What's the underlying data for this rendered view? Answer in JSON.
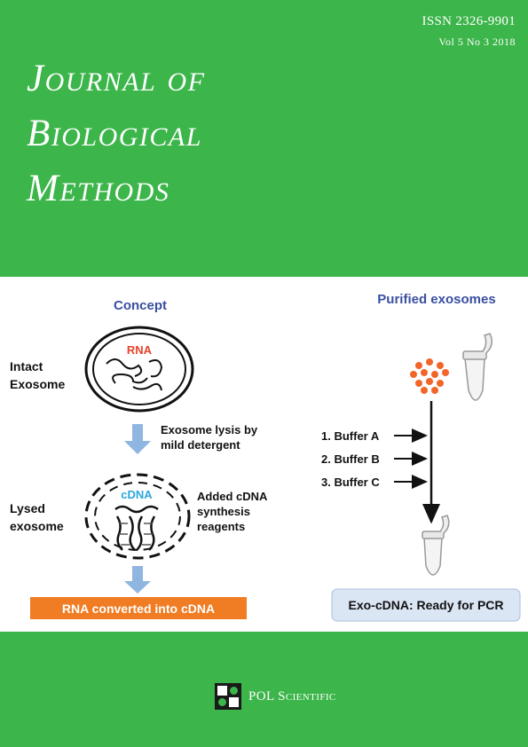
{
  "header": {
    "issn": "ISSN 2326-9901",
    "volume": "Vol 5  No 3  2018",
    "title_lines": [
      "Journal of",
      "Biological",
      "Methods"
    ]
  },
  "figure": {
    "left_heading": "Concept",
    "right_heading": "Purified exosomes",
    "intact_label_1": "Intact",
    "intact_label_2": "Exosome",
    "rna_label": "RNA",
    "lysis_label_1": "Exosome lysis by",
    "lysis_label_2": "mild detergent",
    "lysed_label_1": "Lysed",
    "lysed_label_2": "exosome",
    "cdna_label": "cDNA",
    "added_label_1": "Added cDNA",
    "added_label_2": "synthesis",
    "added_label_3": "reagents",
    "converted_label": "RNA converted into cDNA",
    "buffers": [
      "1. Buffer A",
      "2. Buffer B",
      "3. Buffer C"
    ],
    "ready_label": "Exo-cDNA: Ready for PCR",
    "colors": {
      "heading_blue": "#3a4fa0",
      "rna_red": "#e5422b",
      "cdna_blue": "#2aa7dc",
      "orange_box": "#f07c23",
      "ready_box": "#dbe6f4",
      "arrow_blue": "#8fb6e0",
      "dots_orange": "#f2662a"
    }
  },
  "footer": {
    "publisher": "POL Scientific"
  }
}
